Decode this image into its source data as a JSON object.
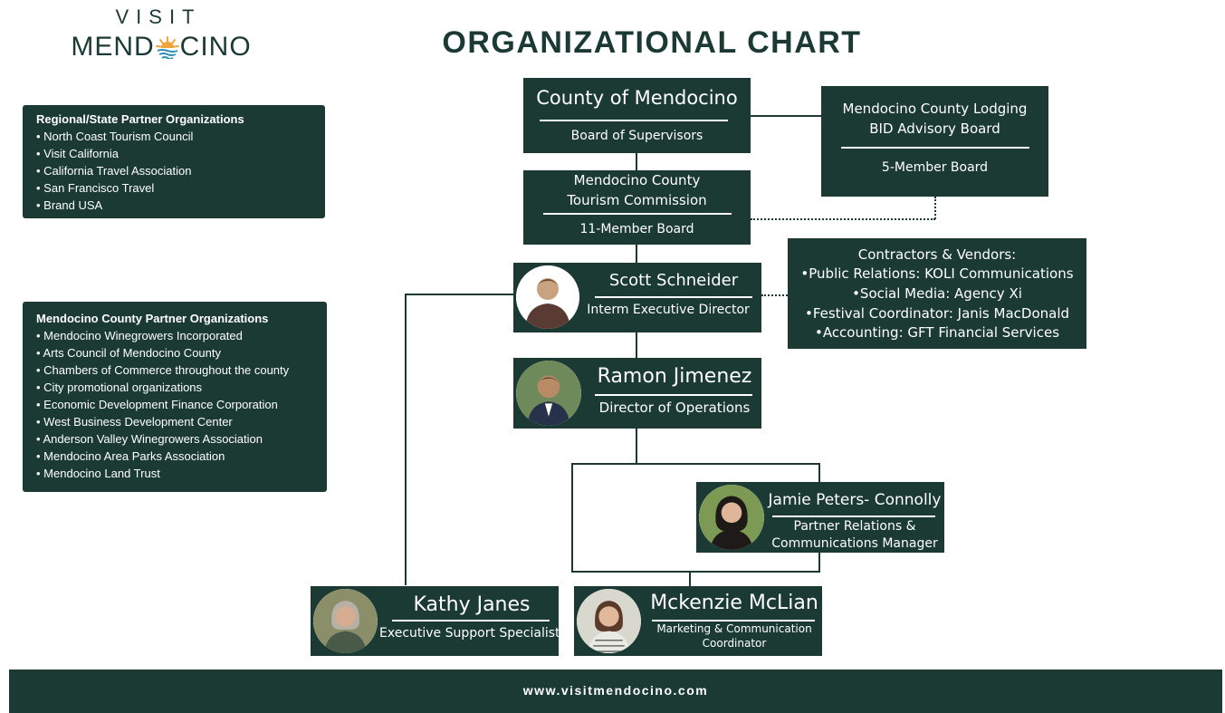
{
  "logo": {
    "line1": "VISIT",
    "line2_left": "MEND",
    "line2_right": "CINO"
  },
  "title": "ORGANIZATIONAL CHART",
  "regional_partners": {
    "title": "Regional/State Partner Organizations",
    "items": [
      "North Coast Tourism Council",
      "Visit California",
      "California Travel Association",
      "San Francisco Travel",
      "Brand USA"
    ]
  },
  "county_partners": {
    "title": "Mendocino County Partner Organizations",
    "items": [
      "Mendocino Winegrowers Incorporated",
      "Arts Council of Mendocino County",
      "Chambers of Commerce throughout the county",
      "City promotional organizations",
      "Economic Development Finance Corporation",
      "West Business Development Center",
      "Anderson Valley Winegrowers Association",
      "Mendocino Area Parks Association",
      "Mendocino Land Trust"
    ]
  },
  "county": {
    "name": "County of  Mendocino",
    "body": "Board of Supervisors"
  },
  "lodging": {
    "line1": "Mendocino County Lodging",
    "line2": "BID Advisory Board",
    "body": "5-Member Board"
  },
  "tourism": {
    "line1": "Mendocino County",
    "line2": "Tourism Commission",
    "body": "11-Member Board"
  },
  "contractors": {
    "title": "Contractors & Vendors:",
    "items": [
      "•Public Relations: KOLI Communications",
      "•Social Media: Agency Xi",
      "•Festival Coordinator: Janis MacDonald",
      "•Accounting: GFT Financial Services"
    ]
  },
  "staff": {
    "scott": {
      "name": "Scott Schneider",
      "role": "Interm Executive Director"
    },
    "ramon": {
      "name": "Ramon Jimenez",
      "role": "Director of Operations"
    },
    "jamie": {
      "name": "Jamie Peters- Connolly",
      "role1": "Partner Relations &",
      "role2": "Communications Manager"
    },
    "kathy": {
      "name": "Kathy Janes",
      "role": "Executive Support Specialist"
    },
    "mckenzie": {
      "name": "Mckenzie McLian",
      "role1": "Marketing & Communication",
      "role2": "Coordinator"
    }
  },
  "footer": {
    "url": "www.visitmendocino.com"
  },
  "colors": {
    "primary": "#1b3a33",
    "sun_orange": "#f0a43a",
    "water_blue": "#2f8fb5",
    "background": "#ffffff"
  }
}
